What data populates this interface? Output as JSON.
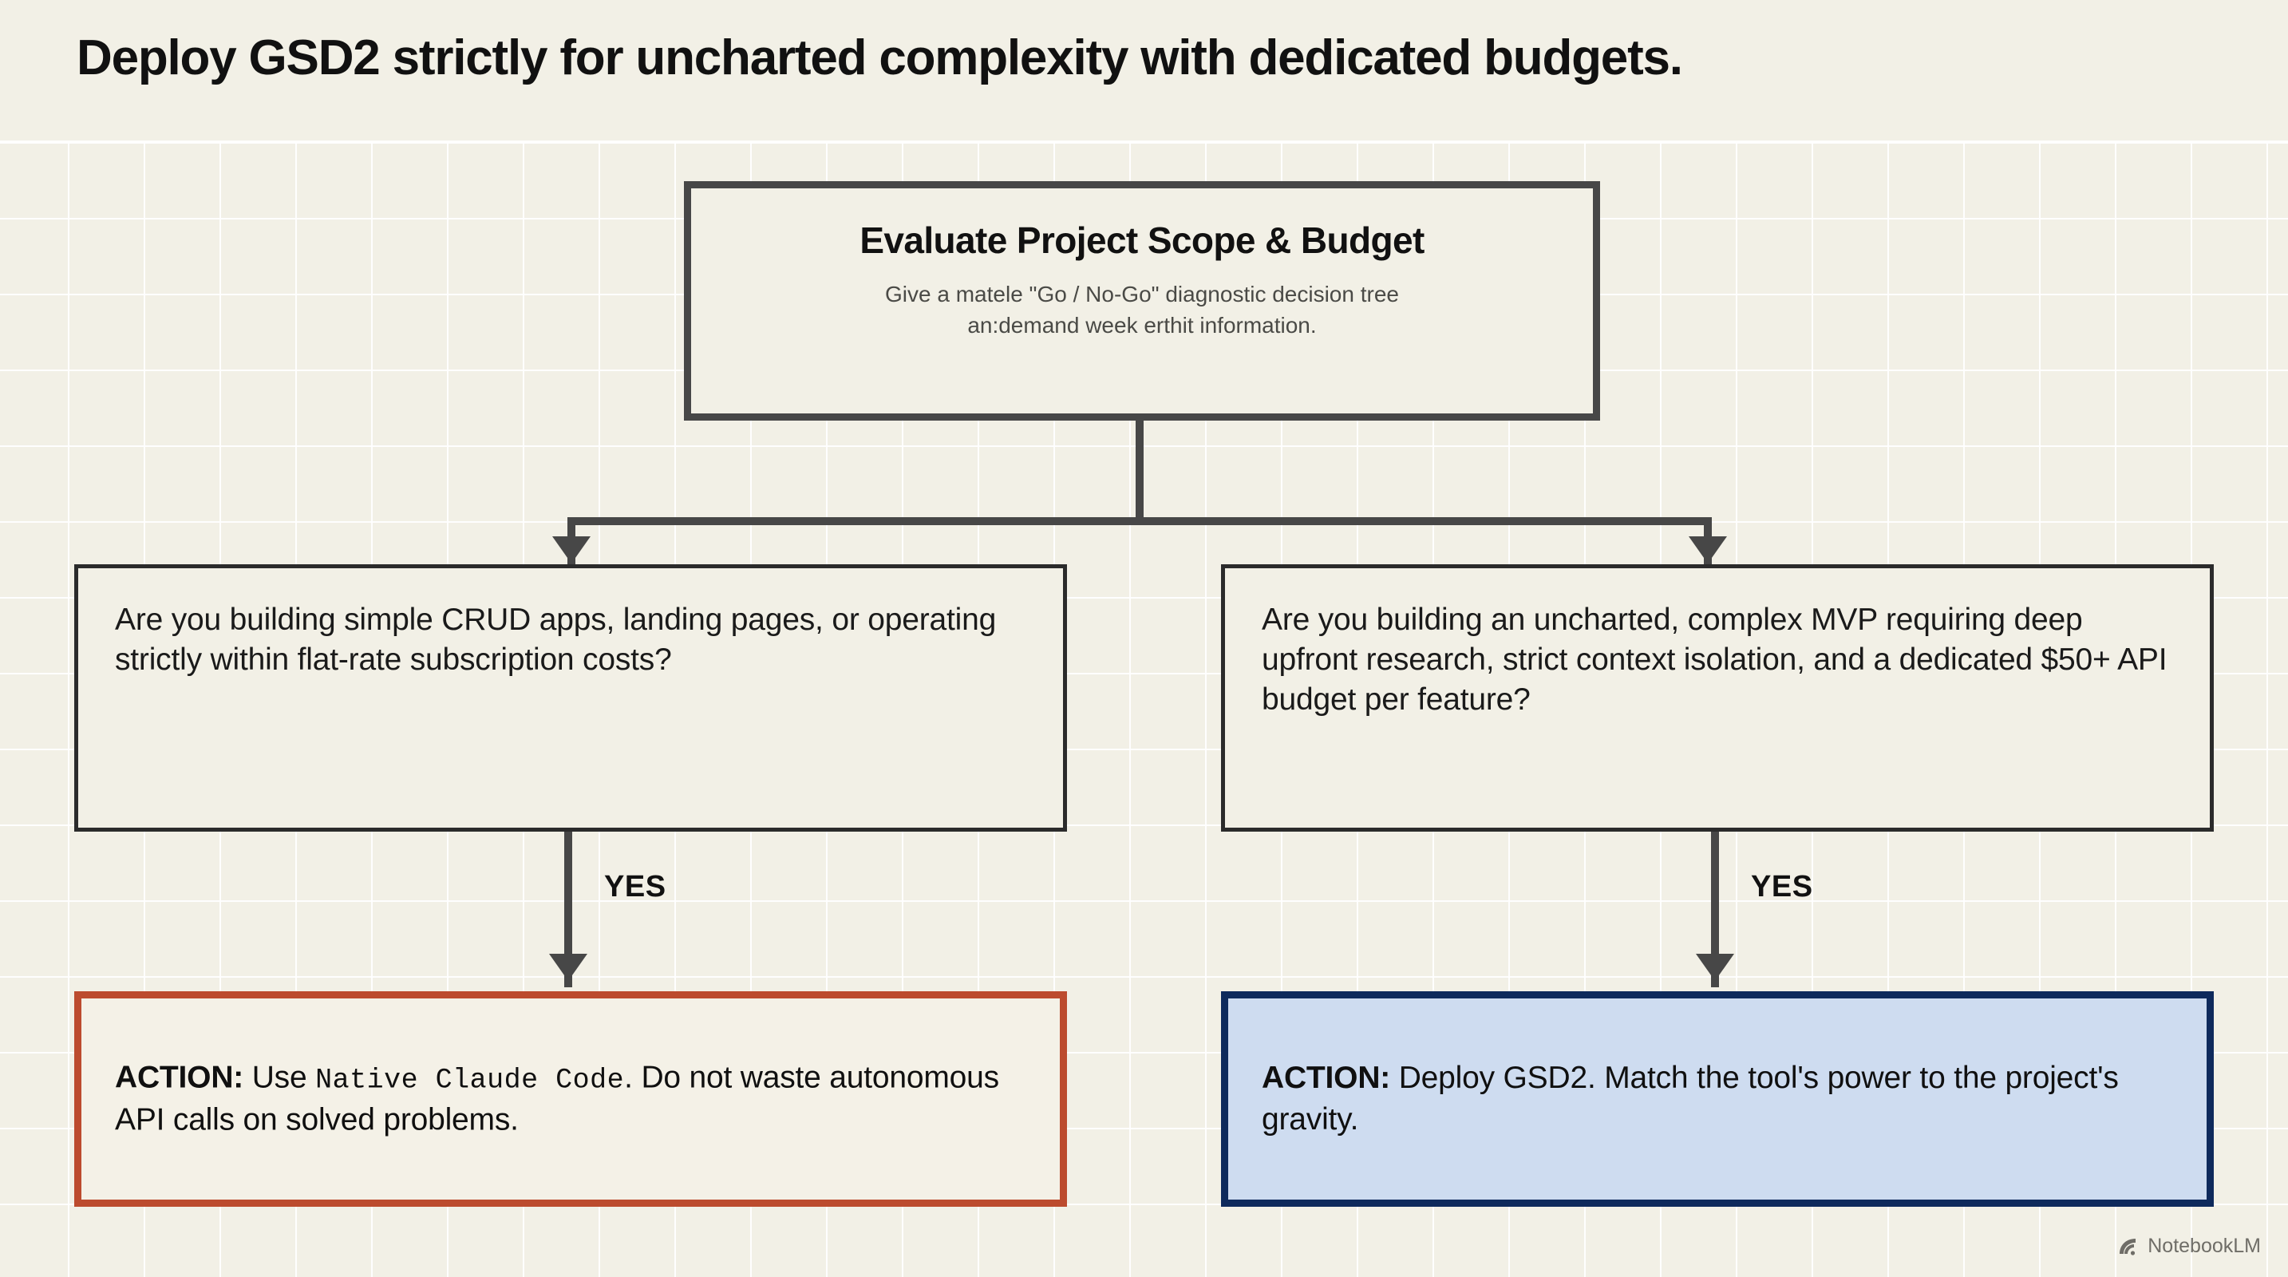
{
  "title": "Deploy GSD2 strictly for uncharted complexity with dedicated budgets.",
  "root_node": {
    "heading": "Evaluate Project Scope & Budget",
    "subtitle_line1": "Give a matele \"Go / No-Go\" diagnostic decision tree",
    "subtitle_line2": "an:demand week erthit information."
  },
  "branches": {
    "left": {
      "question": "Are you building simple CRUD apps, landing pages, or operating strictly within flat-rate subscription costs?",
      "edge_label": "YES",
      "action_label": "ACTION:",
      "action_text_part1": " Use ",
      "action_mono": "Native Claude Code",
      "action_text_part2": ". Do not waste autonomous API calls on solved problems.",
      "accent_color": "#BC4B2E",
      "fill_color": "#F4F1E7"
    },
    "right": {
      "question": "Are you building an uncharted, complex MVP requiring deep upfront research, strict context isolation, and a dedicated $50+ API budget per feature?",
      "edge_label": "YES",
      "action_label": "ACTION:",
      "action_text": " Deploy GSD2. Match the tool's power to the project's gravity.",
      "accent_color": "#0E2A5C",
      "fill_color": "#CEDCF0"
    }
  },
  "watermark": {
    "label": "NotebookLM",
    "icon": "notebooklm-logo-icon"
  },
  "theme": {
    "background": "#F2F0E6",
    "grid_line": "#FFFFFF",
    "node_border": "#474747",
    "text_primary": "#111111",
    "text_secondary": "#4A4A46"
  }
}
